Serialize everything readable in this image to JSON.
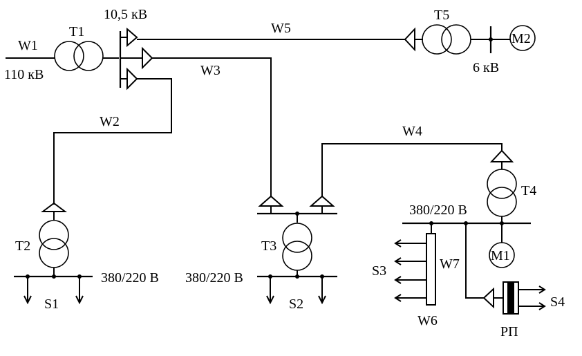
{
  "labels": {
    "w1": "W1",
    "w2": "W2",
    "w3": "W3",
    "w4": "W4",
    "w5": "W5",
    "w6": "W6",
    "w7": "W7",
    "t1": "T1",
    "t2": "T2",
    "t3": "T3",
    "t4": "T4",
    "t5": "T5",
    "m1": "M1",
    "m2": "M2",
    "s1": "S1",
    "s2": "S2",
    "s3": "S3",
    "s4": "S4",
    "rp": "РП",
    "v110": "110 кВ",
    "v10_5": "10,5 кВ",
    "v6": "6 кВ",
    "v380_t2": "380/220 В",
    "v380_t3": "380/220 В",
    "v380_t4": "380/220 В"
  }
}
